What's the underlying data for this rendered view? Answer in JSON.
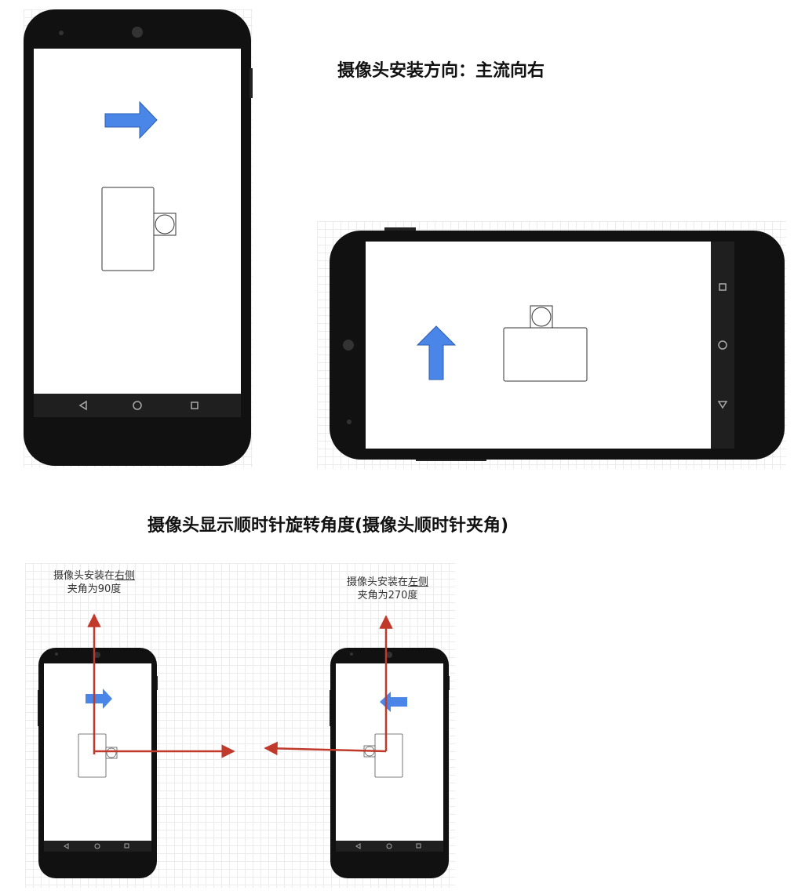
{
  "diagram": {
    "title_mount": "摄像头安装方向：主流向右",
    "title_rotation": "摄像头显示顺时针旋转角度(摄像头顺时针夹角)",
    "note_right": {
      "prefix": "摄像头安装在",
      "side": "右侧",
      "angle_line": "夹角为90度"
    },
    "note_left": {
      "prefix": "摄像头安装在",
      "side": "左侧",
      "angle_line": "夹角为270度"
    }
  },
  "colors": {
    "phone_body": "#111111",
    "arrow_blue": "#4a86e8",
    "axis_red": "#c0392b",
    "grid": "#ececec"
  }
}
